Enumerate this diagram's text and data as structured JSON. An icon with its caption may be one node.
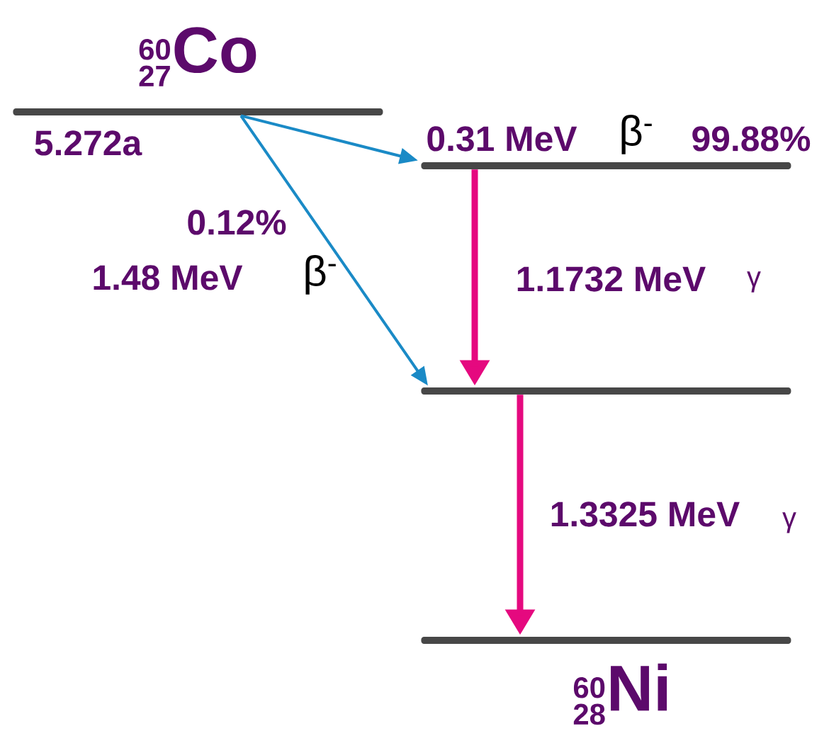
{
  "diagram": {
    "nodes": [
      {
        "text": [
          "{}^{\\text{\\bfseries 60}}_{\\text{\\bfseries 27}}\\text{\\bfseries Co}"
        ],
        "beside": [
          "5.272a"
        ]
      },
      {
        "text": [],
        "shape": "bar"
      },
      {
        "text": [],
        "shape": "bar"
      },
      {
        "text": [
          "{}^{\\text{\\bfseries 60}}_{\\text{\\bfseries 28}}\\text{\\bfseries Ni}"
        ]
      }
    ],
    "edges": [
      {
        "from": 0,
        "to": 1,
        "arrow": "to",
        "label": "0.31 MeV",
        "color": "#1a8ac6"
      },
      {
        "from": 0,
        "to": 2,
        "arrow": "to",
        "label": "1.48 MeV",
        "color": "#1a8ac6"
      },
      {
        "from": 1,
        "to": 2,
        "arrow": "to",
        "label": "1.1732 MeV",
        "style": "thick",
        "color": "#e5097f"
      },
      {
        "from": 2,
        "to": 3,
        "arrow": "to",
        "label": "1.3325 MeV",
        "style": "thick",
        "color": "#e5097f"
      }
    ],
    "labels": [
      "β$^{-}$",
      "99.88%",
      "0.12%",
      "β$^{-}$",
      "γ",
      "γ"
    ]
  }
}
